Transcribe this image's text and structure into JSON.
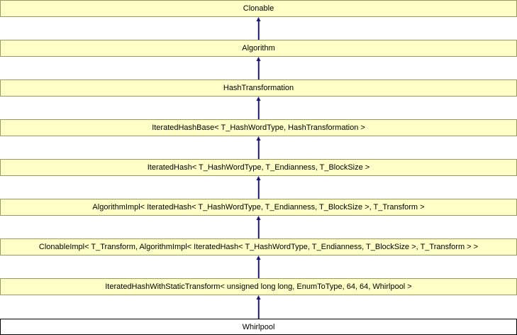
{
  "diagram_type": "class-inheritance-graph",
  "colors": {
    "node_fill": "#ffffc8",
    "node_border": "#9a9a5a",
    "current_fill": "#ffffff",
    "current_border": "#000000",
    "arrow": "#191970",
    "text": "#000000"
  },
  "nodes": [
    {
      "label": "Clonable"
    },
    {
      "label": "Algorithm"
    },
    {
      "label": "HashTransformation"
    },
    {
      "label": "IteratedHashBase< T_HashWordType, HashTransformation >"
    },
    {
      "label": "IteratedHash< T_HashWordType, T_Endianness, T_BlockSize >"
    },
    {
      "label": "AlgorithmImpl< IteratedHash< T_HashWordType, T_Endianness, T_BlockSize >, T_Transform >"
    },
    {
      "label": "ClonableImpl< T_Transform, AlgorithmImpl< IteratedHash< T_HashWordType, T_Endianness, T_BlockSize >, T_Transform > >"
    },
    {
      "label": "IteratedHashWithStaticTransform< unsigned long long, EnumToType, 64, 64, Whirlpool >"
    },
    {
      "label": "Whirlpool"
    }
  ]
}
